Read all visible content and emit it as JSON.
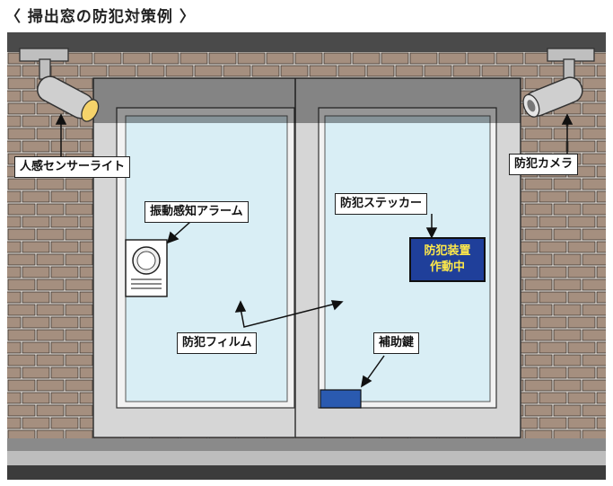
{
  "title": "〈 掃出窓の防犯対策例 〉",
  "labels": {
    "sensor_light": "人感センサーライト",
    "camera": "防犯カメラ",
    "alarm": "振動感知アラーム",
    "sticker_label": "防犯ステッカー",
    "film": "防犯フィルム",
    "lock": "補助鍵"
  },
  "sticker": {
    "line1": "防犯装置",
    "line2": "作動中"
  },
  "colors": {
    "brick": "#a58f7f",
    "mortar": "#e8e1da",
    "frame": "#d6d6d6",
    "glass": "#d9eef5",
    "eave": "#4a4a4a",
    "sticker_bg": "#1f3f9a",
    "sticker_text": "#ffe94a",
    "lock": "#2a5ab0"
  }
}
